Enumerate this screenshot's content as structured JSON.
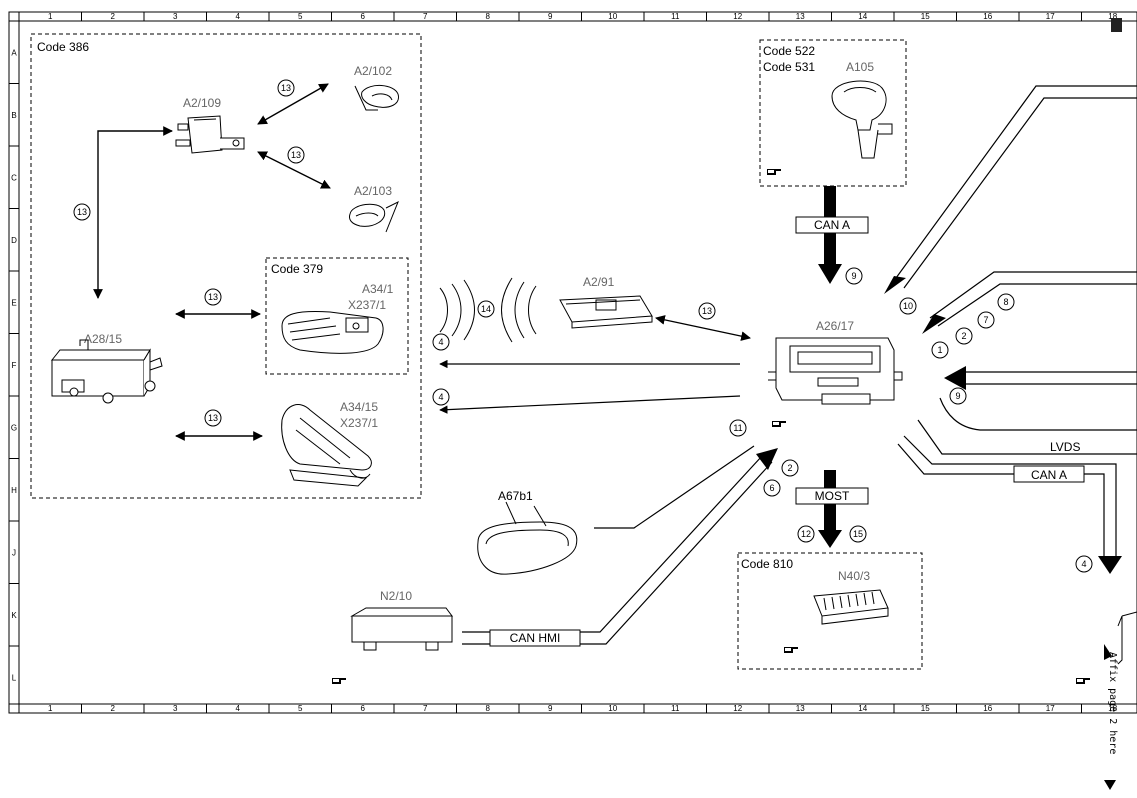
{
  "grid": {
    "columns": [
      "1",
      "2",
      "3",
      "4",
      "5",
      "6",
      "7",
      "8",
      "9",
      "10",
      "11",
      "12",
      "13",
      "14",
      "15",
      "16",
      "17",
      "18"
    ],
    "rows": [
      "A",
      "B",
      "C",
      "D",
      "E",
      "F",
      "G",
      "H",
      "J",
      "K",
      "L"
    ]
  },
  "groups": {
    "code386": "Code 386",
    "code379": "Code 379",
    "code522": "Code 522",
    "code531": "Code 531",
    "code810": "Code 810"
  },
  "components": {
    "a2_109": "A2/109",
    "a2_102": "A2/102",
    "a2_103": "A2/103",
    "a28_15": "A28/15",
    "a34_1": "A34/1",
    "x237_1a": "X237/1",
    "a34_15": "A34/15",
    "x237_1b": "X237/1",
    "a2_91": "A2/91",
    "a105": "A105",
    "a26_17": "A26/17",
    "a67b1": "A67b1",
    "n2_10": "N2/10",
    "n40_3": "N40/3"
  },
  "buses": {
    "can_a_top": "CAN A",
    "can_a_right": "CAN A",
    "lvds": "LVDS",
    "most": "MOST",
    "can_hmi": "CAN HMI"
  },
  "callouts": [
    "1",
    "2",
    "4",
    "6",
    "7",
    "8",
    "9",
    "10",
    "11",
    "12",
    "13",
    "14",
    "15"
  ],
  "footer": {
    "affix_note": "Affix page 2 here"
  },
  "icons": [
    "note-hand-icon"
  ]
}
